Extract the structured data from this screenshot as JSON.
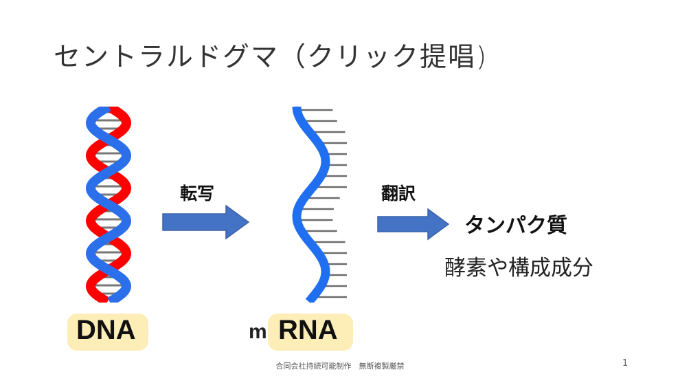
{
  "title": "セントラルドグマ（クリック提唱)",
  "dna": {
    "label": "DNA",
    "strand_a_color": "#ff0000",
    "strand_b_color": "#2c6fea",
    "rung_color": "#777777"
  },
  "mrna": {
    "prefix": "m",
    "label": "RNA",
    "strand_color": "#1f6ff0",
    "rung_color": "#6b6b6b"
  },
  "steps": {
    "transcription": "転写",
    "translation": "翻訳",
    "arrow_color": "#4472c4"
  },
  "protein": {
    "label": "タンパク質",
    "sub": "酵素や構成成分"
  },
  "highlight_color": "#fdeeb8",
  "footer": "合同会社持続可能制作　無断複製厳禁",
  "page_number": "1"
}
